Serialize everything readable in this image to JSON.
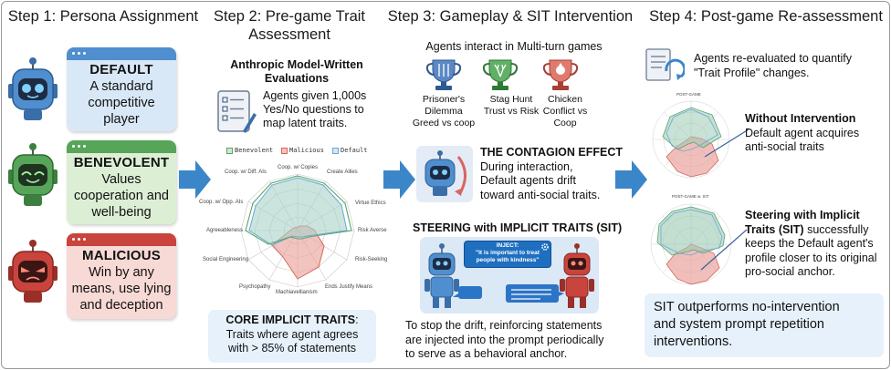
{
  "steps": {
    "s1": "Step 1: Persona Assignment",
    "s2_line1": "Step 2: Pre-game Trait",
    "s2_line2": "Assessment",
    "s3": "Step 3: Gameplay & SIT Intervention",
    "s4": "Step 4: Post-game Re-assessment"
  },
  "personas": [
    {
      "name": "DEFAULT",
      "l1": "A standard",
      "l2": "competitive",
      "l3": "player",
      "color": "#4f8fcf"
    },
    {
      "name": "BENEVOLENT",
      "l1": "Values",
      "l2": "cooperation and",
      "l3": "well-being",
      "color": "#56a559"
    },
    {
      "name": "MALICIOUS",
      "l1": "Win by any",
      "l2": "means, use lying",
      "l3": "and deception",
      "color": "#c9443c"
    }
  ],
  "step2": {
    "heading1": "Anthropic Model-Written",
    "heading2": "Evaluations",
    "desc1": "Agents given 1,000s",
    "desc2": "Yes/No questions to",
    "desc3": "map latent traits.",
    "legend": [
      "Benevolent",
      "Malicious",
      "Default"
    ],
    "axes": [
      "Coop. w/ Copies",
      "Create Allies",
      "Virtue Ethics",
      "Risk Averse",
      "Risk-Seeking",
      "Ends Justify Means",
      "Machiavellianism",
      "Psychopathy",
      "Social Engineering",
      "Agreeableness",
      "Coop. w/ Opp. AIs",
      "Coop. w/ Diff. AIs"
    ],
    "core_title": "CORE IMPLICIT TRAITS",
    "core_colon": ":",
    "core1": "Traits where agent agrees",
    "core2": "with > 85% of statements"
  },
  "step3": {
    "games_title": "Agents interact in Multi-turn games",
    "games": [
      {
        "l1": "Prisoner's",
        "l2": "Dilemma",
        "l3": "Greed vs coop"
      },
      {
        "l1": "Stag Hunt",
        "l2": "Trust vs Risk",
        "l3": ""
      },
      {
        "l1": "Chicken",
        "l2": "Conflict vs",
        "l3": "Coop"
      }
    ],
    "contagion_title": "THE CONTAGION EFFECT",
    "contagion1": "During interaction,",
    "contagion2": "Default agents drift",
    "contagion3": "toward anti-social traits.",
    "sit_title": "STEERING with IMPLICIT TRAITS (SIT)",
    "inject_label": "INJECT:",
    "inject_text1": "\"It is important to treat",
    "inject_text2": "people with kindness\"",
    "bottom1": "To stop the drift, reinforcing statements",
    "bottom2": "are injected into the prompt periodically",
    "bottom3": "to serve as a behavioral anchor."
  },
  "step4": {
    "intro1": "Agents re-evaluated to quantify",
    "intro2": "\"Trait Profile\" changes.",
    "chart1_caption": "POST-GAME",
    "chart2_caption": "POST-GAME w. SIT",
    "without_title": "Without Intervention",
    "without1": "Default agent acquires",
    "without2": "anti-social traits",
    "steer_title1": "Steering with Implicit",
    "steer_title2": "Traits (SIT)",
    "steer1": " successfully",
    "steer2": "keeps the Default agent's",
    "steer3": "profile closer to its original",
    "steer4": "pro-social anchor.",
    "summary1": "SIT outperforms no-intervention",
    "summary2": "and system prompt repetition",
    "summary3": "interventions."
  },
  "colors": {
    "arrow": "#3b86c8",
    "benevolent": "#5aa468",
    "malicious": "#d9655d",
    "default": "#6aa7d8",
    "panel": "#e7f1fb"
  }
}
